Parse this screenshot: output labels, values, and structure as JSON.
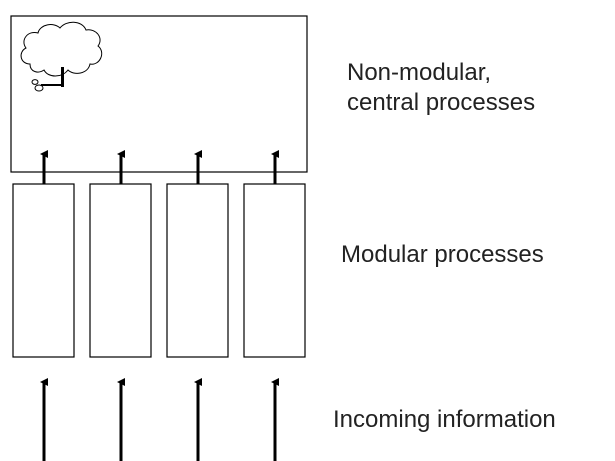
{
  "labels": {
    "central_line1": "Non-modular,",
    "central_line2": "central processes",
    "modular": "Modular processes",
    "incoming": "Incoming information"
  },
  "counts": {
    "modules": 4
  },
  "icons": {
    "thought_bubble": "thought-cloud-icon"
  },
  "colors": {
    "stroke": "#000000",
    "text": "#222222",
    "background": "#ffffff"
  }
}
